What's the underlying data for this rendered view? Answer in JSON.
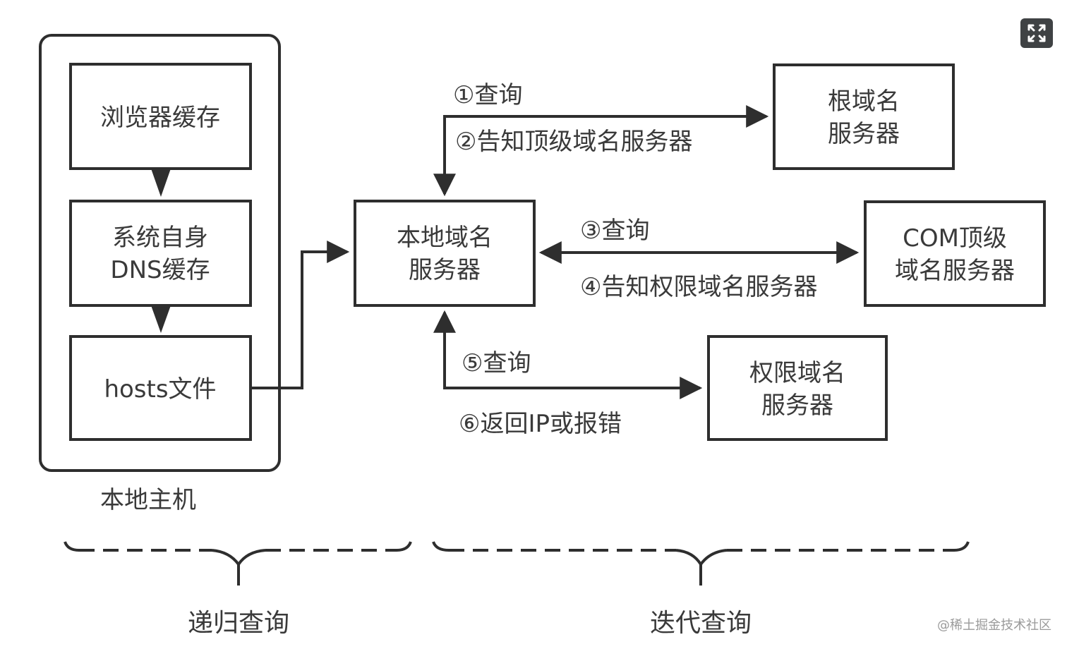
{
  "diagram": {
    "host_group": {
      "label": "本地主机",
      "items": [
        "浏览器缓存",
        "系统自身\nDNS缓存",
        "hosts文件"
      ]
    },
    "local_server": "本地域名\n服务器",
    "root_server": "根域名\n服务器",
    "com_server": "COM顶级\n域名服务器",
    "auth_server": "权限域名\n服务器",
    "edges": {
      "q1": "①查询",
      "a2": "②告知顶级域名服务器",
      "q3": "③查询",
      "a4": "④告知权限域名服务器",
      "q5": "⑤查询",
      "a6": "⑥返回IP或报错"
    },
    "braces": {
      "recursive": "递归查询",
      "iterative": "迭代查询"
    }
  },
  "toolbar": {
    "expand_icon": "expand-icon"
  },
  "watermark": "@稀土掘金技术社区"
}
